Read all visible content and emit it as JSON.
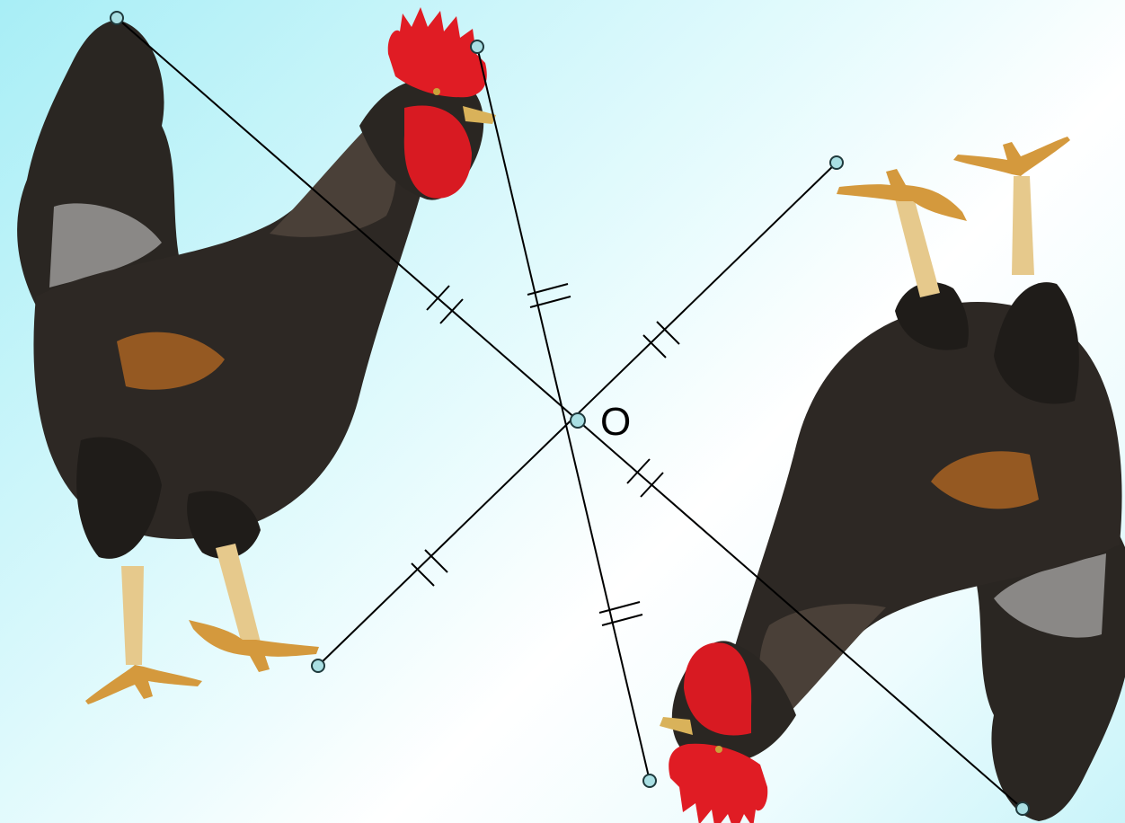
{
  "diagram": {
    "type": "central-symmetry",
    "center_label": "O",
    "colors": {
      "line": "#000000",
      "point_fill": "#a9dfe3",
      "point_stroke": "#1f3a3d",
      "comb": "#e01c24",
      "wattle": "#d81a22",
      "feather_dark": "#2a2622",
      "feather_mid": "#4a4038",
      "feather_light": "#d9d9d9",
      "hackle_orange": "#b86a22",
      "leg": "#e6c98c",
      "foot": "#d4993d"
    },
    "figures": [
      "rooster",
      "rooster-rotated-180"
    ],
    "segment_pairs": [
      "tail-tip",
      "comb-tip",
      "foot-tip"
    ],
    "tick_marks": "double"
  }
}
